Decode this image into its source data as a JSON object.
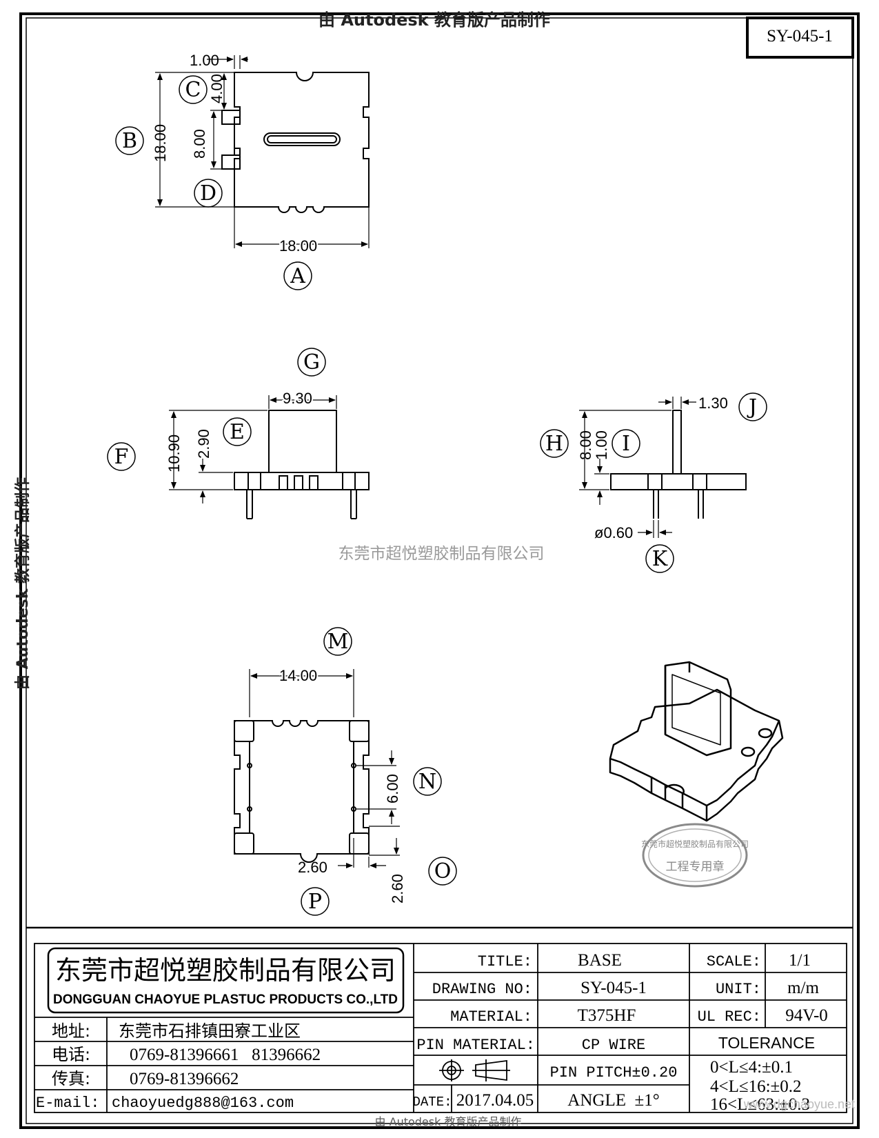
{
  "watermark": {
    "top": "由 Autodesk 教育版产品制作",
    "side": "由 Autodesk 教育版产品制作",
    "center": "东莞市超悦塑胶制品有限公司",
    "footer": "由 Autodesk 教育版产品制作",
    "site": "www.dgchaoyue.net"
  },
  "drawing_id": "SY-045-1",
  "top_view": {
    "labels": {
      "a": "A",
      "b": "B",
      "c": "C",
      "d": "D"
    },
    "dims": {
      "width": "18.00",
      "height": "18.00",
      "pin_offset": "1.00",
      "pin_top": "4.00",
      "pin_span": "8.00"
    }
  },
  "front_view": {
    "labels": {
      "e": "E",
      "f": "F",
      "g": "G"
    },
    "dims": {
      "wall_width": "9.30",
      "total_height": "10.90",
      "base_height": "2.90"
    }
  },
  "side_view": {
    "labels": {
      "h": "H",
      "i": "I",
      "j": "J",
      "k": "K"
    },
    "dims": {
      "wall_thk": "1.30",
      "height": "8.00",
      "base": "1.00",
      "pin_dia": "ø0.60"
    }
  },
  "bottom_view": {
    "labels": {
      "m": "M",
      "n": "N",
      "o": "O",
      "p": "P"
    },
    "dims": {
      "pin_span_x": "14.00",
      "pin_span_y": "6.00",
      "offset_x": "2.60",
      "offset_y": "2.60"
    }
  },
  "stamp": {
    "text": "工程专用章"
  },
  "title_block": {
    "company_cn": "东莞市超悦塑胶制品有限公司",
    "company_en": "DONGGUAN CHAOYUE PLASTUC PRODUCTS CO.,LTD",
    "address_label": "地址:",
    "address": "东莞市石排镇田寮工业区",
    "phone_label": "电话:",
    "phone": "0769-81396661   81396662",
    "fax_label": "传真:",
    "fax": "0769-81396662",
    "email_label": "E-mail:",
    "email": "chaoyuedg888@163.com",
    "title_label": "TITLE:",
    "title": "BASE",
    "drawing_no_label": "DRAWING NO:",
    "drawing_no": "SY-045-1",
    "material_label": "MATERIAL:",
    "material": "T375HF",
    "pin_material_label": "PIN MATERIAL:",
    "pin_material": "CP WIRE",
    "pin_pitch": "PIN PITCH±0.20",
    "date_label": "DATE:",
    "date": "2017.04.05",
    "angle": "ANGLE  ±1°",
    "scale_label": "SCALE:",
    "scale": "1/1",
    "unit_label": "UNIT:",
    "unit": "m/m",
    "ul_label": "UL REC:",
    "ul": "94V-0",
    "tolerance_label": "TOLERANCE",
    "tol1": "0<L≤4:±0.1",
    "tol2": "4<L≤16:±0.2",
    "tol3": "16<L≤63:±0.3"
  }
}
